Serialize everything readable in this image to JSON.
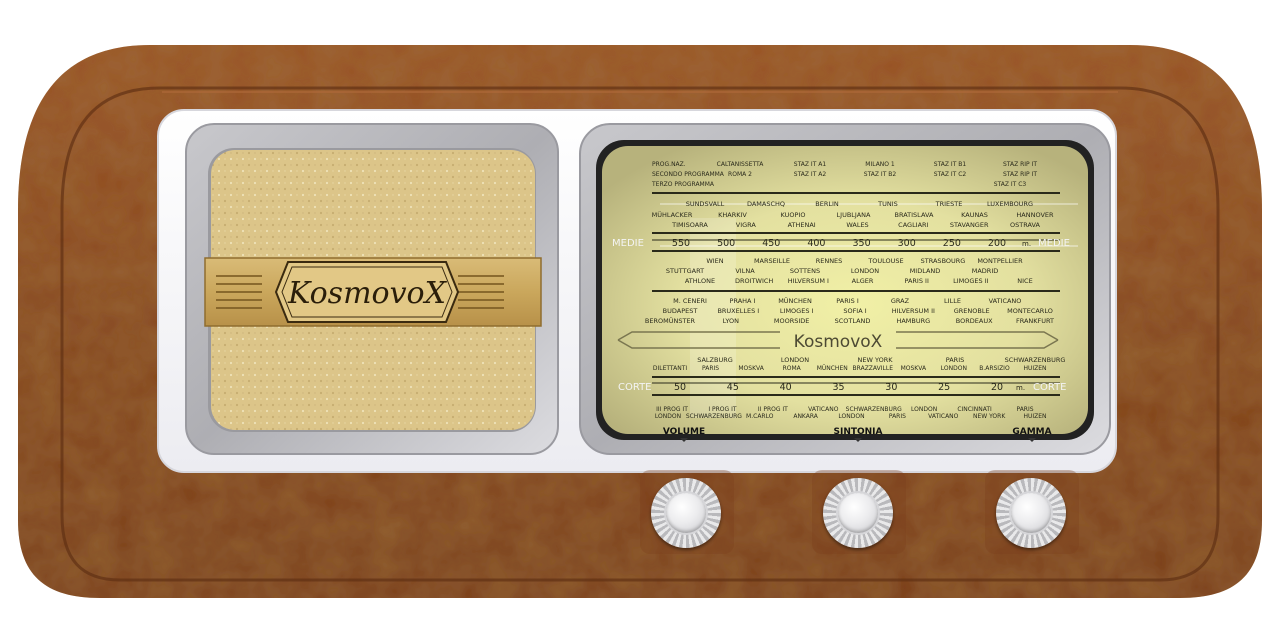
{
  "brand": {
    "name": "KosmovoX",
    "logo_text": "KosmovoX"
  },
  "colors": {
    "wood": "#8a4a22",
    "frame": "#ffffff",
    "dial_glass": "#e9e7a6",
    "speaker_cloth": "#dcc58a"
  },
  "dial": {
    "band_rows_top": [
      {
        "label": "PROG.NAZ.",
        "stations": [
          "CALTANISSETTA",
          "STAZ IT A1",
          "MILANO 1",
          "STAZ IT B1",
          "STAZ RIP IT"
        ]
      },
      {
        "label": "SECONDO PROGRAMMA",
        "stations": [
          "ROMA 2",
          "STAZ IT A2",
          "STAZ IT B2",
          "STAZ IT C2",
          "STAZ RIP IT"
        ]
      },
      {
        "label": "TERZO PROGRAMMA",
        "stations": [
          "STAZ IT C3"
        ]
      }
    ],
    "medie": {
      "band_label": "MEDIE",
      "stations_row1": [
        "SUNDSVALL",
        "DAMASCHQ",
        "BERLIN",
        "TUNIS",
        "TRIESTE",
        "LUXEMBOURG"
      ],
      "stations_row2": [
        "MÜHLACKER",
        "KHARKIV",
        "KUOPIO",
        "LJUBLJANA",
        "BRATISLAVA",
        "KAUNAS",
        "HANNOVER"
      ],
      "stations_row3": [
        "TIMISOARA",
        "VIGRA",
        "ATHENAI",
        "WALES",
        "CAGLIARI",
        "STAVANGER",
        "OSTRAVA"
      ],
      "scale": [
        "550",
        "500",
        "450",
        "400",
        "350",
        "300",
        "250",
        "200"
      ],
      "unit": "m.",
      "stations_row4": [
        "WIEN",
        "MARSEILLE",
        "RENNES",
        "TOULOUSE",
        "STRASBOURG",
        "MONTPELLIER"
      ],
      "stations_row5": [
        "STUTTGART",
        "VILNA",
        "SOTTENS",
        "LONDON",
        "MIDLAND",
        "MADRID"
      ],
      "stations_row6": [
        "ATHLONE",
        "DROITWICH",
        "HILVERSUM I",
        "ALGER",
        "PARIS II",
        "LIMOGES II",
        "NICE"
      ],
      "stations_row7": [
        "M. CENERI",
        "PRAHA I",
        "MÜNCHEN",
        "PARIS I",
        "GRAZ",
        "LILLE",
        "VATICANO"
      ],
      "stations_row8": [
        "BUDAPEST",
        "BRUXELLES I",
        "LIMOGES I",
        "SOFIA I",
        "HILVERSUM II",
        "GRENOBLE",
        "MONTECARLO"
      ],
      "stations_row9": [
        "BEROMÜNSTER",
        "LYON",
        "MOORSIDE",
        "SCOTLAND",
        "HAMBURG",
        "BORDEAUX",
        "FRANKFURT"
      ]
    },
    "corte": {
      "band_label": "CORTE",
      "stations_row1": [
        "SALZBURG",
        "LONDON",
        "NEW YORK",
        "PARIS",
        "SCHWARZENBURG"
      ],
      "stations_row2": [
        "DILETTANTI",
        "PARIS",
        "MOSKVA",
        "ROMA",
        "MÜNCHEN",
        "BRAZZAVILLE",
        "MOSKVA",
        "LONDON",
        "B.ARSIZIO",
        "HUIZEN"
      ],
      "scale": [
        "50",
        "45",
        "40",
        "35",
        "30",
        "25",
        "20"
      ],
      "unit": "m.",
      "stations_row3": [
        "III PROG IT",
        "I PROG IT",
        "II PROG IT",
        "VATICANO",
        "SCHWARZENBURG",
        "LONDON",
        "CINCINNATI",
        "PARIS"
      ],
      "stations_row4": [
        "LONDON",
        "SCHWARZENBURG",
        "M.CARLO",
        "ANKARA",
        "LONDON",
        "PARIS",
        "VATICANO",
        "NEW YORK",
        "HUIZEN"
      ]
    }
  },
  "controls": {
    "volume_label": "VOLUME",
    "tuning_label": "SINTONIA",
    "band_label": "GAMMA"
  }
}
